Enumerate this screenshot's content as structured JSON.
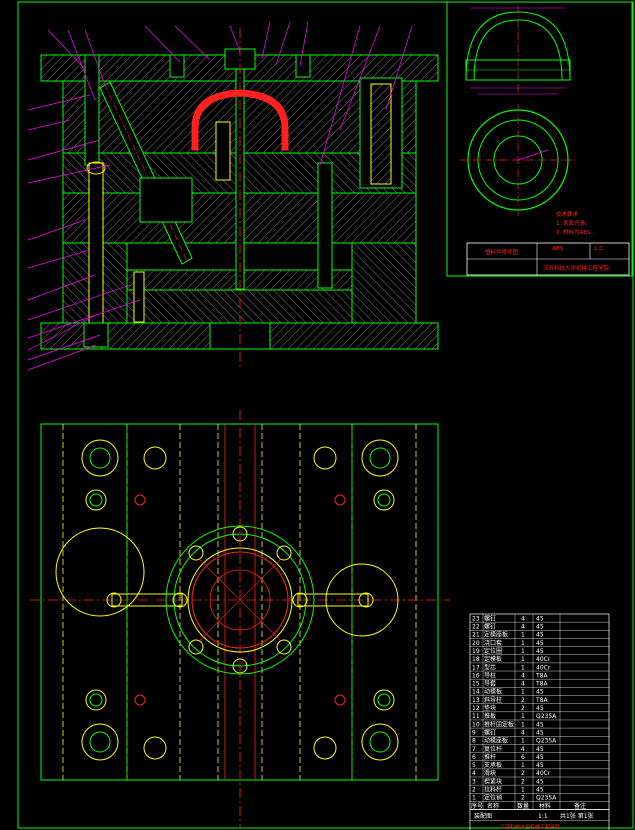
{
  "colors": {
    "background": "#000000",
    "outline": "#00ff00",
    "centerline": "#ff2020",
    "hidden_line": "#ffff00",
    "leader": "#ff00ff",
    "part": "#ff2020",
    "text_white": "#ffffff",
    "text_red": "#ff2020"
  },
  "part_drawing": {
    "tech_title": "技术要求",
    "tech_line1": "1. 表面光滑。",
    "tech_line2": "2. 材料为ABS。",
    "title_block": {
      "name": "塑料件零件图",
      "material": "ABS",
      "scale": "1:1",
      "company": "江苏科技大学机械工程学院"
    }
  },
  "bom": {
    "rows": [
      {
        "no": "23",
        "name": "螺钉",
        "qty": "4",
        "mat": "45"
      },
      {
        "no": "22",
        "name": "螺钉",
        "qty": "4",
        "mat": "45"
      },
      {
        "no": "21",
        "name": "定模座板",
        "qty": "1",
        "mat": "45"
      },
      {
        "no": "20",
        "name": "浇口套",
        "qty": "1",
        "mat": "45"
      },
      {
        "no": "19",
        "name": "定位圈",
        "qty": "1",
        "mat": "45"
      },
      {
        "no": "18",
        "name": "定模板",
        "qty": "1",
        "mat": "40Cr"
      },
      {
        "no": "17",
        "name": "型芯",
        "qty": "1",
        "mat": "40Cr"
      },
      {
        "no": "16",
        "name": "导柱",
        "qty": "4",
        "mat": "T8A"
      },
      {
        "no": "15",
        "name": "导套",
        "qty": "4",
        "mat": "T8A"
      },
      {
        "no": "14",
        "name": "动模板",
        "qty": "1",
        "mat": "45"
      },
      {
        "no": "13",
        "name": "斜导柱",
        "qty": "2",
        "mat": "T8A"
      },
      {
        "no": "12",
        "name": "垫块",
        "qty": "2",
        "mat": "45"
      },
      {
        "no": "11",
        "name": "推板",
        "qty": "1",
        "mat": "Q235A"
      },
      {
        "no": "10",
        "name": "推杆固定板",
        "qty": "1",
        "mat": "45"
      },
      {
        "no": "9",
        "name": "螺钉",
        "qty": "4",
        "mat": "45"
      },
      {
        "no": "8",
        "name": "动模座板",
        "qty": "1",
        "mat": "Q235A"
      },
      {
        "no": "7",
        "name": "复位杆",
        "qty": "4",
        "mat": "45"
      },
      {
        "no": "6",
        "name": "推杆",
        "qty": "6",
        "mat": "45"
      },
      {
        "no": "5",
        "name": "支承板",
        "qty": "1",
        "mat": "45"
      },
      {
        "no": "4",
        "name": "滑块",
        "qty": "2",
        "mat": "40Cr"
      },
      {
        "no": "3",
        "name": "楔紧块",
        "qty": "2",
        "mat": "45"
      },
      {
        "no": "2",
        "name": "拉料杆",
        "qty": "1",
        "mat": "45"
      },
      {
        "no": "1",
        "name": "定位销",
        "qty": "2",
        "mat": "Q235A"
      }
    ],
    "header": {
      "no": "序号",
      "name": "名称",
      "qty": "数量",
      "mat": "材料",
      "note": "备注"
    },
    "title_block": {
      "drawing_name": "装配图",
      "scale": "1:1",
      "sheet": "共1张 第1张",
      "company": "江苏科技大学机械工程学院"
    }
  }
}
